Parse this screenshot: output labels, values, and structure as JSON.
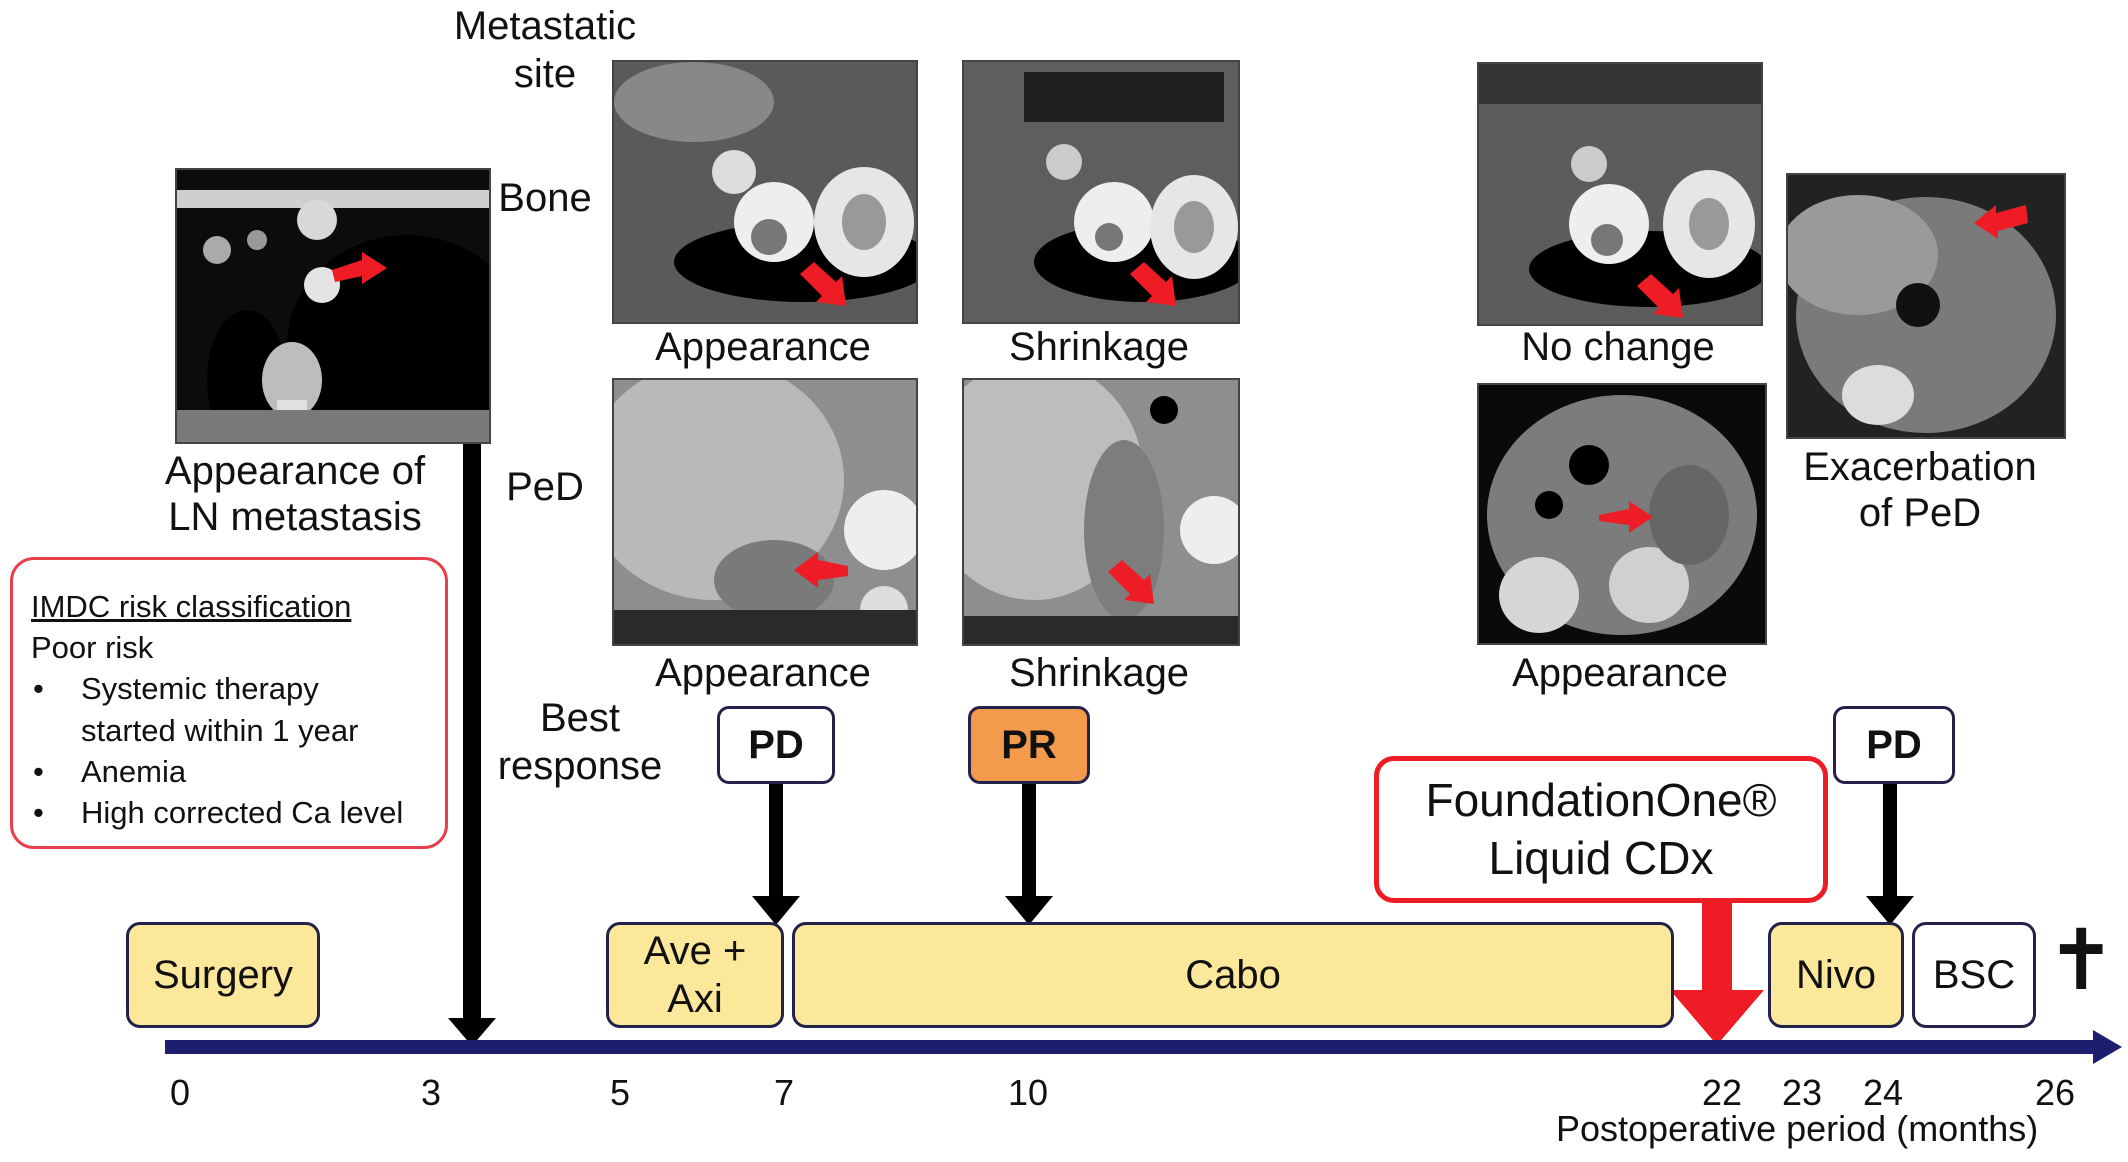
{
  "headers": {
    "metastatic_site": [
      "Metastatic",
      "site"
    ],
    "bone": "Bone",
    "ped": "PeD",
    "best_response": [
      "Best",
      "response"
    ]
  },
  "images": {
    "ln": {
      "caption": [
        "Appearance of",
        "LN metastasis"
      ]
    },
    "bone1": {
      "caption": "Appearance"
    },
    "bone2": {
      "caption": "Shrinkage"
    },
    "bone3": {
      "caption": "No change"
    },
    "ped1": {
      "caption": "Appearance"
    },
    "ped2": {
      "caption": "Shrinkage"
    },
    "ped3": {
      "caption": "Appearance"
    },
    "ped4": {
      "caption": [
        "Exacerbation",
        "of PeD"
      ]
    }
  },
  "imdc": {
    "title": "IMDC risk classification",
    "risk": "Poor risk",
    "factors": [
      "Systemic therapy",
      "started within 1 year",
      "Anemia",
      "High corrected Ca level"
    ]
  },
  "responses": {
    "pd1": "PD",
    "pr": "PR",
    "pd2": "PD"
  },
  "foundation": {
    "line1": "FoundationOne®",
    "line2": "Liquid CDx"
  },
  "treatments": {
    "surgery": "Surgery",
    "ave_axi": [
      "Ave +",
      "Axi"
    ],
    "cabo": "Cabo",
    "nivo": "Nivo",
    "bsc": "BSC"
  },
  "death_symbol": "✝",
  "axis": {
    "ticks": [
      "0",
      "3",
      "5",
      "7",
      "10",
      "22",
      "23",
      "24",
      "26"
    ],
    "label": "Postoperative period (months)"
  },
  "colors": {
    "timeline": "#1e1e6e",
    "treatment_fill": "#fbe89a",
    "pr_fill": "#f39a4c",
    "highlight_red": "#ee1c24",
    "arrow_black": "#000000"
  }
}
